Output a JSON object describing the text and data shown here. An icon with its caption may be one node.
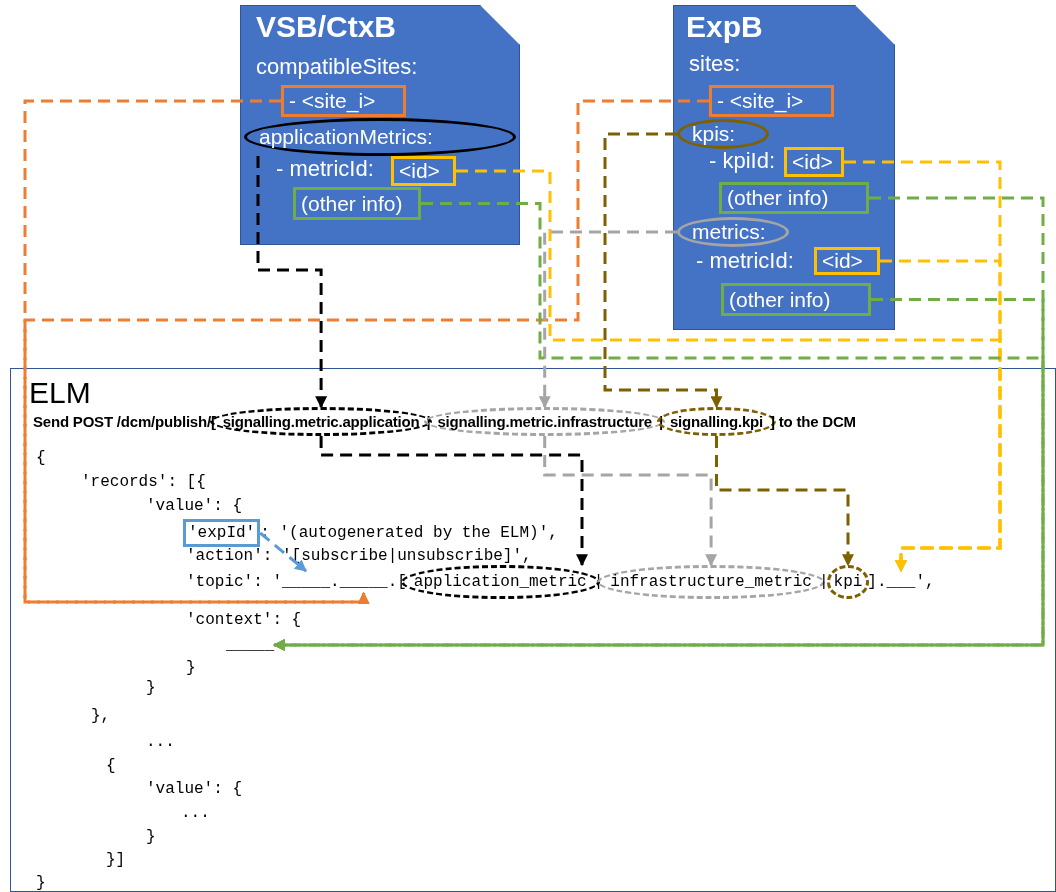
{
  "diagram": {
    "nodes": [
      {
        "text": [
          "VSB/CtxB",
          "compatibleSites:",
          "- metricId:"
        ]
      },
      {
        "text": [
          "- <site_i>"
        ],
        "in": 0
      },
      {
        "text": [
          "applicationMetrics:"
        ],
        "in": 0
      },
      {
        "text": [
          "<id>"
        ],
        "in": 0
      },
      {
        "text": [
          "(other info)"
        ],
        "in": 0
      },
      {
        "text": [
          "ExpB",
          "sites:",
          "- kpiId:",
          "- metricId:"
        ]
      },
      {
        "text": [
          "- <site_i>"
        ],
        "in": 5
      },
      {
        "text": [
          "kpis:"
        ],
        "in": 5
      },
      {
        "text": [
          "<id>"
        ],
        "in": 5
      },
      {
        "text": [
          "(other info)"
        ],
        "in": 5
      },
      {
        "text": [
          "metrics:"
        ],
        "in": 5
      },
      {
        "text": [
          "<id>"
        ],
        "in": 5
      },
      {
        "text": [
          "(other info)"
        ],
        "in": 5
      },
      {
        "text": [
          "ELM"
        ]
      },
      {
        "text": [
          "signalling.metric.application"
        ],
        "in": 13
      },
      {
        "text": [
          "signalling.metric.infrastructure"
        ],
        "in": 13
      },
      {
        "text": [
          "signalling.kpi"
        ],
        "in": 13
      },
      {
        "text": [
          "'expId'"
        ],
        "in": 13
      },
      {
        "text": [
          "_____"
        ],
        "in": 13
      },
      {
        "text": [
          "_____"
        ],
        "in": 13
      },
      {
        "text": [
          "application_metric"
        ],
        "in": 13
      },
      {
        "text": [
          "infrastructure_metric"
        ],
        "in": 13
      },
      {
        "text": [
          "kpi"
        ],
        "in": 13
      },
      {
        "text": [
          "___"
        ],
        "in": 13
      },
      {
        "text": [
          "_____"
        ],
        "in": 13
      }
    ],
    "edges": [
      {
        "from": 1,
        "to": 19,
        "arrow": "to",
        "style": "dashed",
        "color": "#ed7d31"
      },
      {
        "from": 6,
        "to": 19,
        "arrow": "to",
        "style": "dashed",
        "color": "#ed7d31"
      },
      {
        "from": 2,
        "to": 14,
        "arrow": "to",
        "style": "dashed",
        "color": "#000000"
      },
      {
        "from": 14,
        "to": 20,
        "arrow": "to",
        "style": "dashed",
        "color": "#000000"
      },
      {
        "from": 10,
        "to": 15,
        "arrow": "to",
        "style": "dashed",
        "color": "#a5a5a5"
      },
      {
        "from": 15,
        "to": 21,
        "arrow": "to",
        "style": "dashed",
        "color": "#a5a5a5"
      },
      {
        "from": 7,
        "to": 16,
        "arrow": "to",
        "style": "dashed",
        "color": "#7f6000"
      },
      {
        "from": 16,
        "to": 22,
        "arrow": "to",
        "style": "dashed",
        "color": "#7f6000"
      },
      {
        "from": 3,
        "to": 23,
        "arrow": "to",
        "style": "dashed",
        "color": "#ffc000"
      },
      {
        "from": 8,
        "to": 23,
        "arrow": "to",
        "style": "dashed",
        "color": "#ffc000"
      },
      {
        "from": 11,
        "to": 23,
        "arrow": "to",
        "style": "dashed",
        "color": "#ffc000"
      },
      {
        "from": 4,
        "to": 24,
        "arrow": "to",
        "style": "dashed",
        "color": "#70ad47"
      },
      {
        "from": 9,
        "to": 24,
        "arrow": "to",
        "style": "dashed",
        "color": "#70ad47"
      },
      {
        "from": 12,
        "to": 24,
        "arrow": "to",
        "style": "dashed",
        "color": "#70ad47"
      },
      {
        "from": 17,
        "to": 18,
        "arrow": "to",
        "style": "dashed",
        "color": "#5b9bd5"
      }
    ],
    "labels": [
      "Send POST /dcm/publish/[",
      "|",
      "|",
      "] to the DCM",
      "{",
      "'records': [{",
      "'value': {",
      ": '(autogenerated by the ELM)',",
      "'action': '[subscribe|unsubscribe]',",
      "'topic': '",
      ".",
      ".[",
      "|",
      "|",
      "].",
      "',",
      "'context': {",
      "}",
      "}",
      "},",
      "...",
      "{",
      "'value': {",
      "...",
      "}",
      "}]",
      "}"
    ]
  }
}
